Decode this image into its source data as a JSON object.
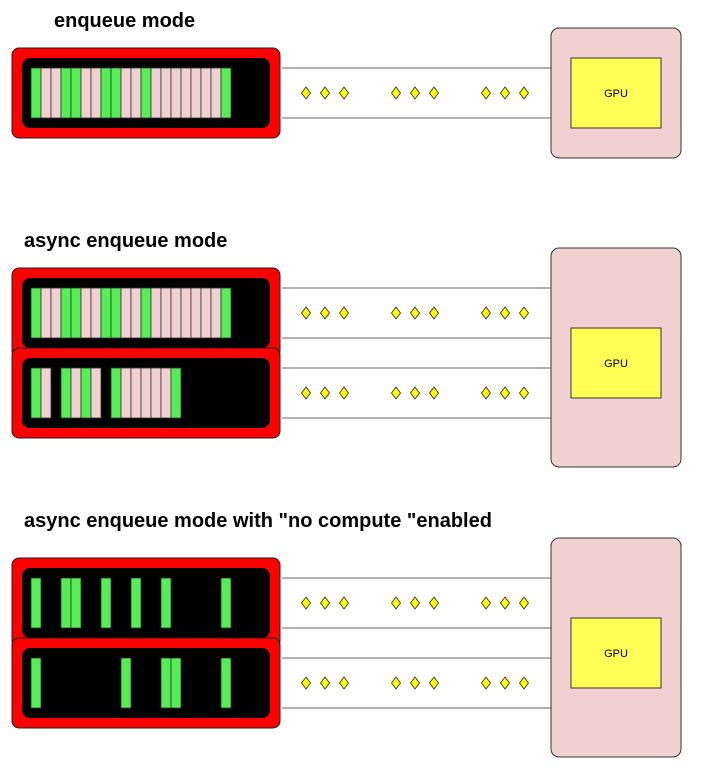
{
  "colors": {
    "queue_outer": "#ff0000",
    "queue_inner": "#000000",
    "slot_green": "#55ee55",
    "slot_pink": "#f0d0d0",
    "gpu_box": "#f0d0d0",
    "gpu_chip": "#ffff55",
    "diamond": "#ffff00"
  },
  "panels": [
    {
      "title": "enqueue mode",
      "gpu_label": "GPU",
      "queues": [
        {
          "slots": [
            "g",
            "p",
            "p",
            "g",
            "g",
            "p",
            "p",
            "g",
            "g",
            "p",
            "p",
            "g",
            "p",
            "p",
            "p",
            "p",
            "p",
            "p",
            "p",
            "g"
          ]
        }
      ]
    },
    {
      "title": "async enqueue mode",
      "gpu_label": "GPU",
      "queues": [
        {
          "slots": [
            "g",
            "p",
            "p",
            "g",
            "g",
            "p",
            "p",
            "g",
            "g",
            "p",
            "p",
            "g",
            "p",
            "p",
            "p",
            "p",
            "p",
            "p",
            "p",
            "g"
          ]
        },
        {
          "slots": [
            "g",
            "p",
            "e",
            "g",
            "p",
            "g",
            "p",
            "e",
            "g",
            "p",
            "p",
            "p",
            "p",
            "p",
            "g"
          ]
        }
      ]
    },
    {
      "title": "async enqueue mode with \"no compute \"enabled",
      "gpu_label": "GPU",
      "queues": [
        {
          "slots": [
            "g",
            "e",
            "e",
            "g",
            "g",
            "e",
            "e",
            "g",
            "e",
            "e",
            "g",
            "e",
            "e",
            "g",
            "e",
            "e",
            "e",
            "e",
            "e",
            "g"
          ]
        },
        {
          "slots": [
            "g",
            "e",
            "e",
            "e",
            "e",
            "e",
            "e",
            "e",
            "e",
            "g",
            "e",
            "e",
            "e",
            "g",
            "g",
            "e",
            "e",
            "e",
            "e",
            "g"
          ]
        }
      ]
    }
  ]
}
